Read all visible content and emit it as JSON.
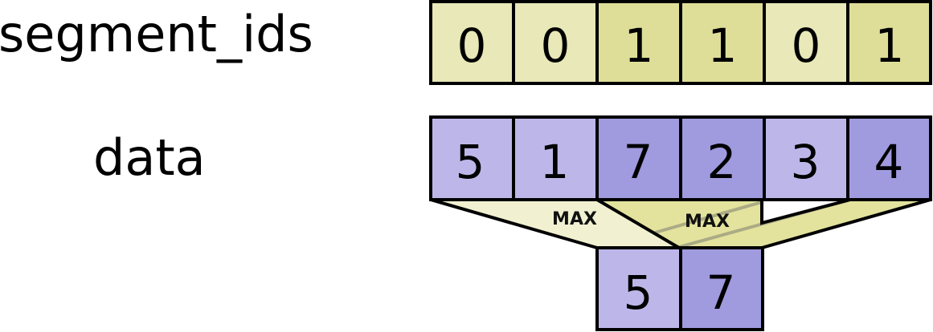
{
  "labels": {
    "segment_ids": "segment_ids",
    "data": "data"
  },
  "segment_ids": [
    "0",
    "0",
    "1",
    "1",
    "0",
    "1"
  ],
  "data": [
    "5",
    "1",
    "7",
    "2",
    "3",
    "4"
  ],
  "operation": "MAX",
  "result": [
    "5",
    "7"
  ],
  "colors": {
    "segment_0_light": "#e8e8b8",
    "segment_1_dark": "#dede99",
    "data_seg0": "#bdb7e9",
    "data_seg1": "#a09ade",
    "funnel_seg0": "#f1f1d2",
    "funnel_seg1": "#e3e39e",
    "stroke": "#000000"
  }
}
